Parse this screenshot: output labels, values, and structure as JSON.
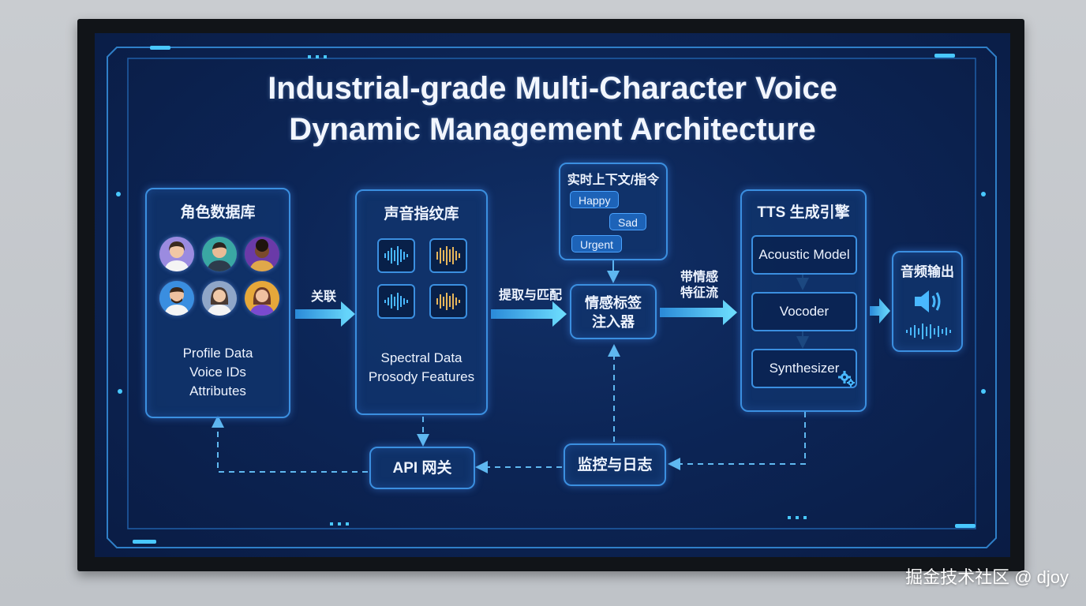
{
  "title": {
    "line1": "Industrial-grade Multi-Character Voice",
    "line2": "Dynamic Management Architecture"
  },
  "character_db": {
    "title": "角色数据库",
    "lines": [
      "Profile Data",
      "Voice IDs",
      "Attributes"
    ]
  },
  "voiceprint_db": {
    "title": "声音指纹库",
    "lines": [
      "Spectral Data",
      "Prosody Features"
    ]
  },
  "context": {
    "title": "实时上下文/指令",
    "bubbles": [
      "Happy",
      "Sad",
      "Urgent"
    ]
  },
  "injector": {
    "lines": [
      "情感标签",
      "注入器"
    ]
  },
  "tts": {
    "title": "TTS 生成引擎",
    "modules": [
      "Acoustic Model",
      "Vocoder",
      "Synthesizer"
    ]
  },
  "output": {
    "title": "音频输出"
  },
  "api_gateway": {
    "label": "API 网关"
  },
  "monitoring": {
    "label": "监控与日志"
  },
  "edge_labels": {
    "link": "关联",
    "extract": "提取与匹配",
    "emotion_stream": [
      "带情感",
      "特征流"
    ]
  },
  "watermark": "掘金技术社区 @ djoy",
  "colors": {
    "background": "#0c2556",
    "accent": "#3b8fe0",
    "arrow": "#5fd0ff",
    "text": "#eef4ff"
  }
}
